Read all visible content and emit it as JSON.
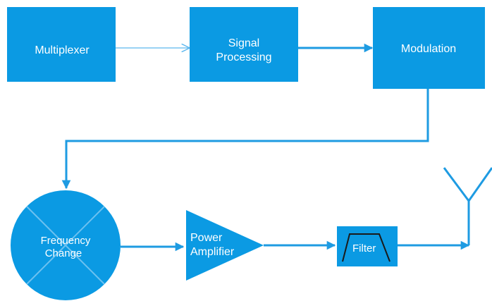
{
  "colors": {
    "block_fill": "#0b9ae3",
    "line": "#1e9be2",
    "thin_line": "#5cb7ee",
    "text": "#ffffff"
  },
  "blocks": {
    "multiplexer": {
      "label": "Multiplexer"
    },
    "signal_processing": {
      "label_line1": "Signal",
      "label_line2": "Processing"
    },
    "modulation": {
      "label": "Modulation"
    },
    "frequency_change": {
      "label_line1": "Frequency",
      "label_line2": "Change"
    },
    "power_amplifier": {
      "label_line1": "Power",
      "label_line2": "Amplifier"
    },
    "filter": {
      "label": "Filter"
    }
  },
  "icons": {
    "antenna": "antenna-icon",
    "filter": "bandpass-filter-icon"
  }
}
